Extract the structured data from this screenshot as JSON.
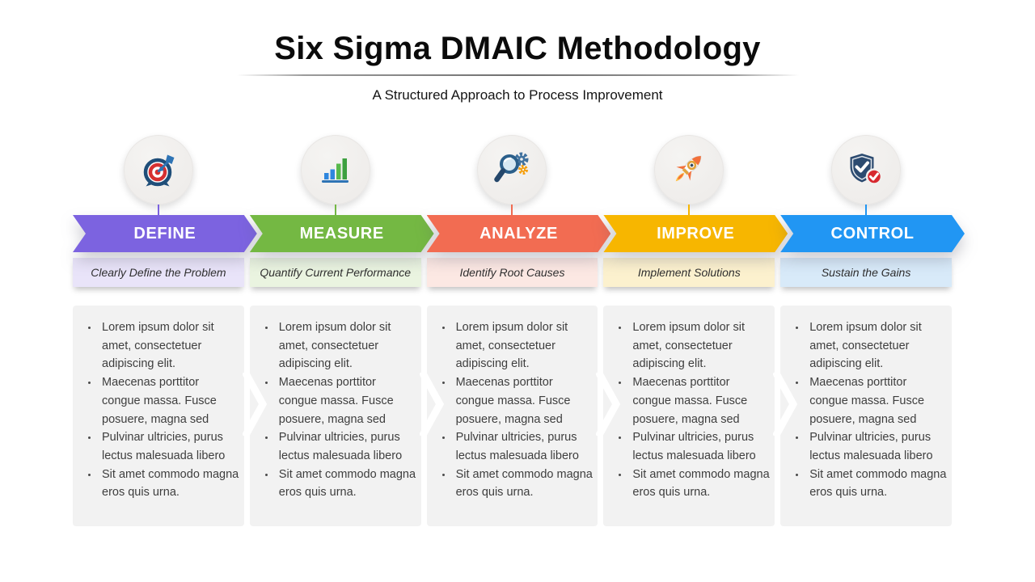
{
  "header": {
    "title": "Six Sigma DMAIC Methodology",
    "subtitle": "A Structured Approach to Process Improvement"
  },
  "columns": [
    {
      "label": "DEFINE",
      "tagline": "Clearly Define the Problem",
      "color": "#7c63e0",
      "tint": "#e9e4f9",
      "icon": "target-arrow-icon",
      "bullets": [
        "Lorem ipsum dolor sit amet, consectetuer adipiscing elit.",
        "Maecenas porttitor congue massa. Fusce posuere, magna sed",
        "Pulvinar ultricies, purus lectus malesuada libero",
        "Sit amet commodo magna eros quis urna."
      ]
    },
    {
      "label": "MEASURE",
      "tagline": "Quantify Current Performance",
      "color": "#74b843",
      "tint": "#eaf4e0",
      "icon": "bar-chart-icon",
      "bullets": [
        "Lorem ipsum dolor sit amet, consectetuer adipiscing elit.",
        "Maecenas porttitor congue massa. Fusce posuere, magna sed",
        "Pulvinar ultricies, purus lectus malesuada libero",
        "Sit amet commodo magna eros quis urna."
      ]
    },
    {
      "label": "ANALYZE",
      "tagline": "Identify Root Causes",
      "color": "#f26c52",
      "tint": "#fce8e3",
      "icon": "magnifier-gears-icon",
      "bullets": [
        "Lorem ipsum dolor sit amet, consectetuer adipiscing elit.",
        "Maecenas porttitor congue massa. Fusce posuere, magna sed",
        "Pulvinar ultricies, purus lectus malesuada libero",
        "Sit amet commodo magna eros quis urna."
      ]
    },
    {
      "label": "IMPROVE",
      "tagline": "Implement Solutions",
      "color": "#f7b600",
      "tint": "#fcf1ce",
      "icon": "rocket-icon",
      "bullets": [
        "Lorem ipsum dolor sit amet, consectetuer adipiscing elit.",
        "Maecenas porttitor congue massa. Fusce posuere, magna sed",
        "Pulvinar ultricies, purus lectus malesuada libero",
        "Sit amet commodo magna eros quis urna."
      ]
    },
    {
      "label": "CONTROL",
      "tagline": "Sustain the Gains",
      "color": "#2196f3",
      "tint": "#d8eaf9",
      "icon": "shield-check-icon",
      "bullets": [
        "Lorem ipsum dolor sit amet, consectetuer adipiscing elit.",
        "Maecenas porttitor congue massa. Fusce posuere, magna sed",
        "Pulvinar ultricies, purus lectus malesuada libero",
        "Sit amet commodo magna eros quis urna."
      ]
    }
  ]
}
